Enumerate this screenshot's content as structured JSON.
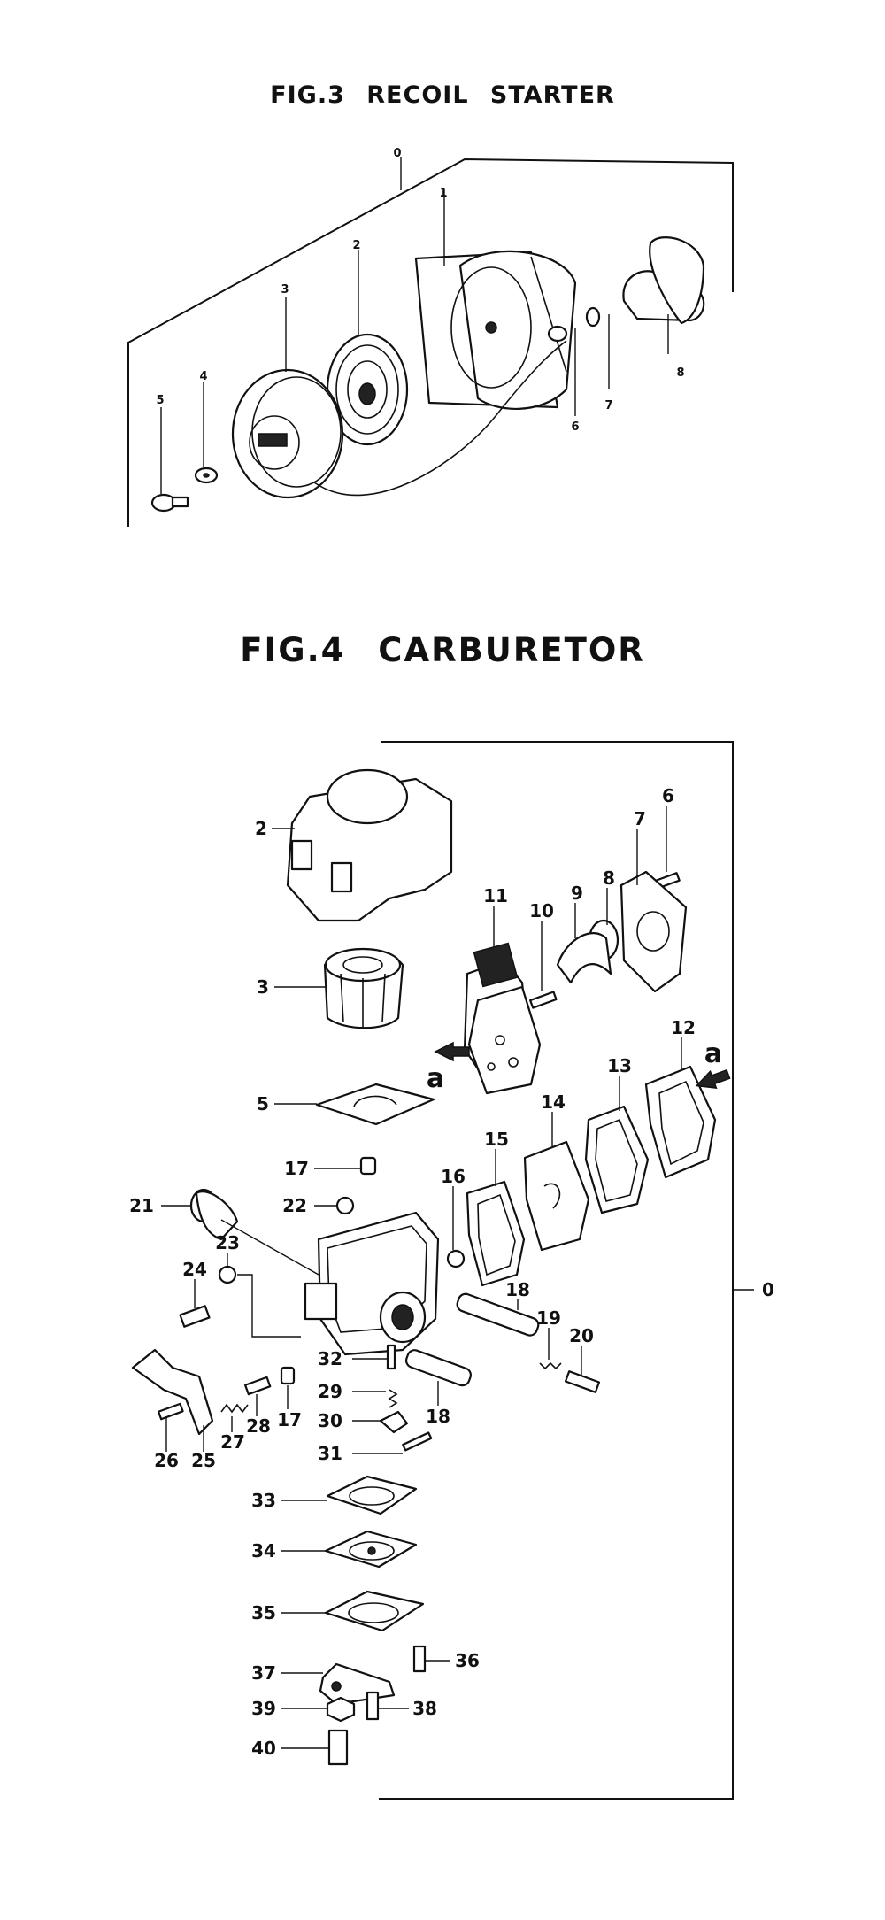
{
  "figures": [
    {
      "title": "FIG.3   RECOIL  STARTER",
      "labels": [
        "0",
        "1",
        "2",
        "3",
        "4",
        "5",
        "6",
        "7",
        "8"
      ]
    },
    {
      "title": "FIG.4   CARBURETOR",
      "labels": [
        "0",
        "2",
        "3",
        "5",
        "6",
        "7",
        "8",
        "9",
        "10",
        "11",
        "12",
        "13",
        "14",
        "15",
        "16",
        "17",
        "17",
        "18",
        "18",
        "19",
        "20",
        "21",
        "22",
        "23",
        "24",
        "25",
        "26",
        "27",
        "28",
        "29",
        "30",
        "31",
        "32",
        "33",
        "34",
        "35",
        "36",
        "37",
        "38",
        "39",
        "40"
      ],
      "direction_marks": [
        "a",
        "a"
      ]
    }
  ]
}
